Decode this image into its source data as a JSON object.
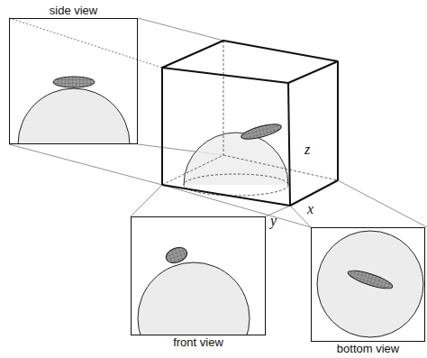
{
  "diagram": {
    "nodes": [
      {
        "text": [
          "side view"
        ]
      },
      {
        "text": [
          "front view"
        ]
      },
      {
        "text": [
          "bottom view"
        ]
      }
    ],
    "labels": [
      "z",
      "y",
      "x"
    ]
  }
}
